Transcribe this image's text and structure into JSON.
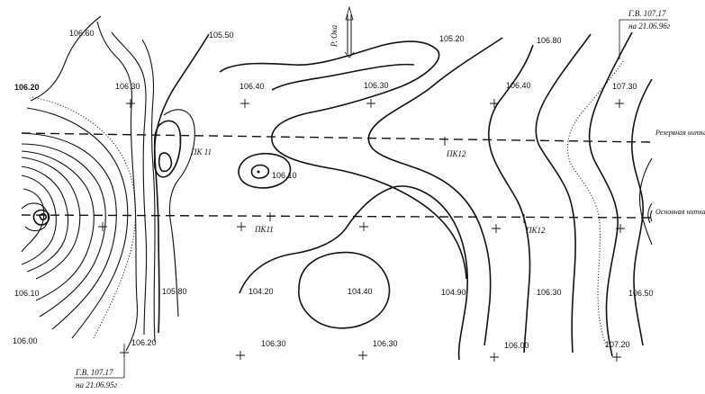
{
  "north_arrow": {
    "label": "Р. Ока"
  },
  "lines": {
    "reserve": "Резервная нитка",
    "main": "Основная нитка"
  },
  "pickets": {
    "pk11_top": "ПК 11",
    "pk12_top": "ПК12",
    "pk11_bottom": "ПК11",
    "pk12_bottom": "ПК12"
  },
  "water_level_top": {
    "line1": "Г.В. 107.17",
    "line2": "на 21.06.96г"
  },
  "water_level_bottom": {
    "line1": "Г.В. 107.17",
    "line2": "на 21.06.95г"
  },
  "elevations": {
    "e1": "106.60",
    "e2": "105.50",
    "e3": "105.20",
    "e4": "106.80",
    "e5": "106.20",
    "e6": "106.30",
    "e7": "106.40",
    "e8": "106.30",
    "e9": "106.40",
    "e10": "107.30",
    "e11": "106.10",
    "e12": "106.10",
    "e13": "105.80",
    "e14": "104.20",
    "e15": "104.40",
    "e16": "104.90",
    "e17": "106.30",
    "e18": "106.50",
    "e19": "106.00",
    "e20": "106.20",
    "e21": "106.30",
    "e22": "106.30",
    "e23": "106.00",
    "e24": "107.20"
  }
}
